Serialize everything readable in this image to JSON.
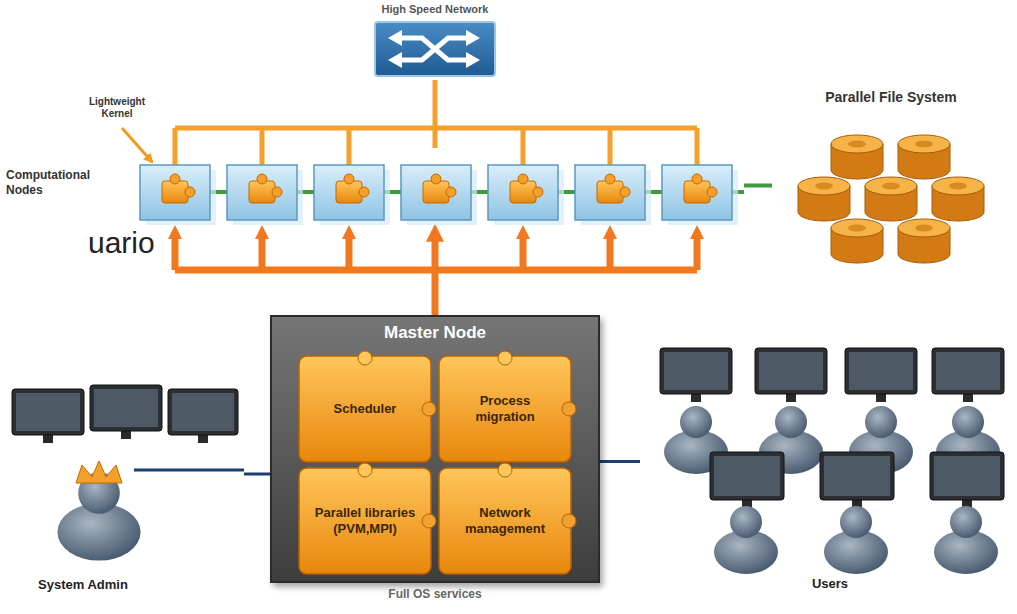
{
  "diagram": {
    "nodes": [
      {
        "text": [
          "High Speed Network"
        ]
      },
      {
        "text": [
          "Computational Nodes"
        ]
      },
      {
        "text": [
          "Parallel File System"
        ]
      },
      {
        "text": [
          "Master Node",
          "Full OS services"
        ]
      },
      {
        "text": [
          "Scheduler"
        ],
        "in": 3
      },
      {
        "text": [
          "Process migration"
        ],
        "in": 3
      },
      {
        "text": [
          "Parallel libraries (PVM,MPI)"
        ],
        "in": 3
      },
      {
        "text": [
          "Network management"
        ],
        "in": 3
      },
      {
        "text": [
          "System Admin"
        ]
      },
      {
        "text": [
          "Users"
        ]
      }
    ],
    "edges": [
      {
        "from": 0,
        "to": 1,
        "arrow": "none"
      },
      {
        "from": 3,
        "to": 1,
        "arrow": "to"
      },
      {
        "from": 1,
        "to": 2,
        "arrow": "none"
      },
      {
        "from": 8,
        "to": 3,
        "arrow": "none"
      },
      {
        "from": 3,
        "to": 9,
        "arrow": "none"
      }
    ],
    "labels": [
      "Lightweight Kernel",
      "uario"
    ]
  }
}
